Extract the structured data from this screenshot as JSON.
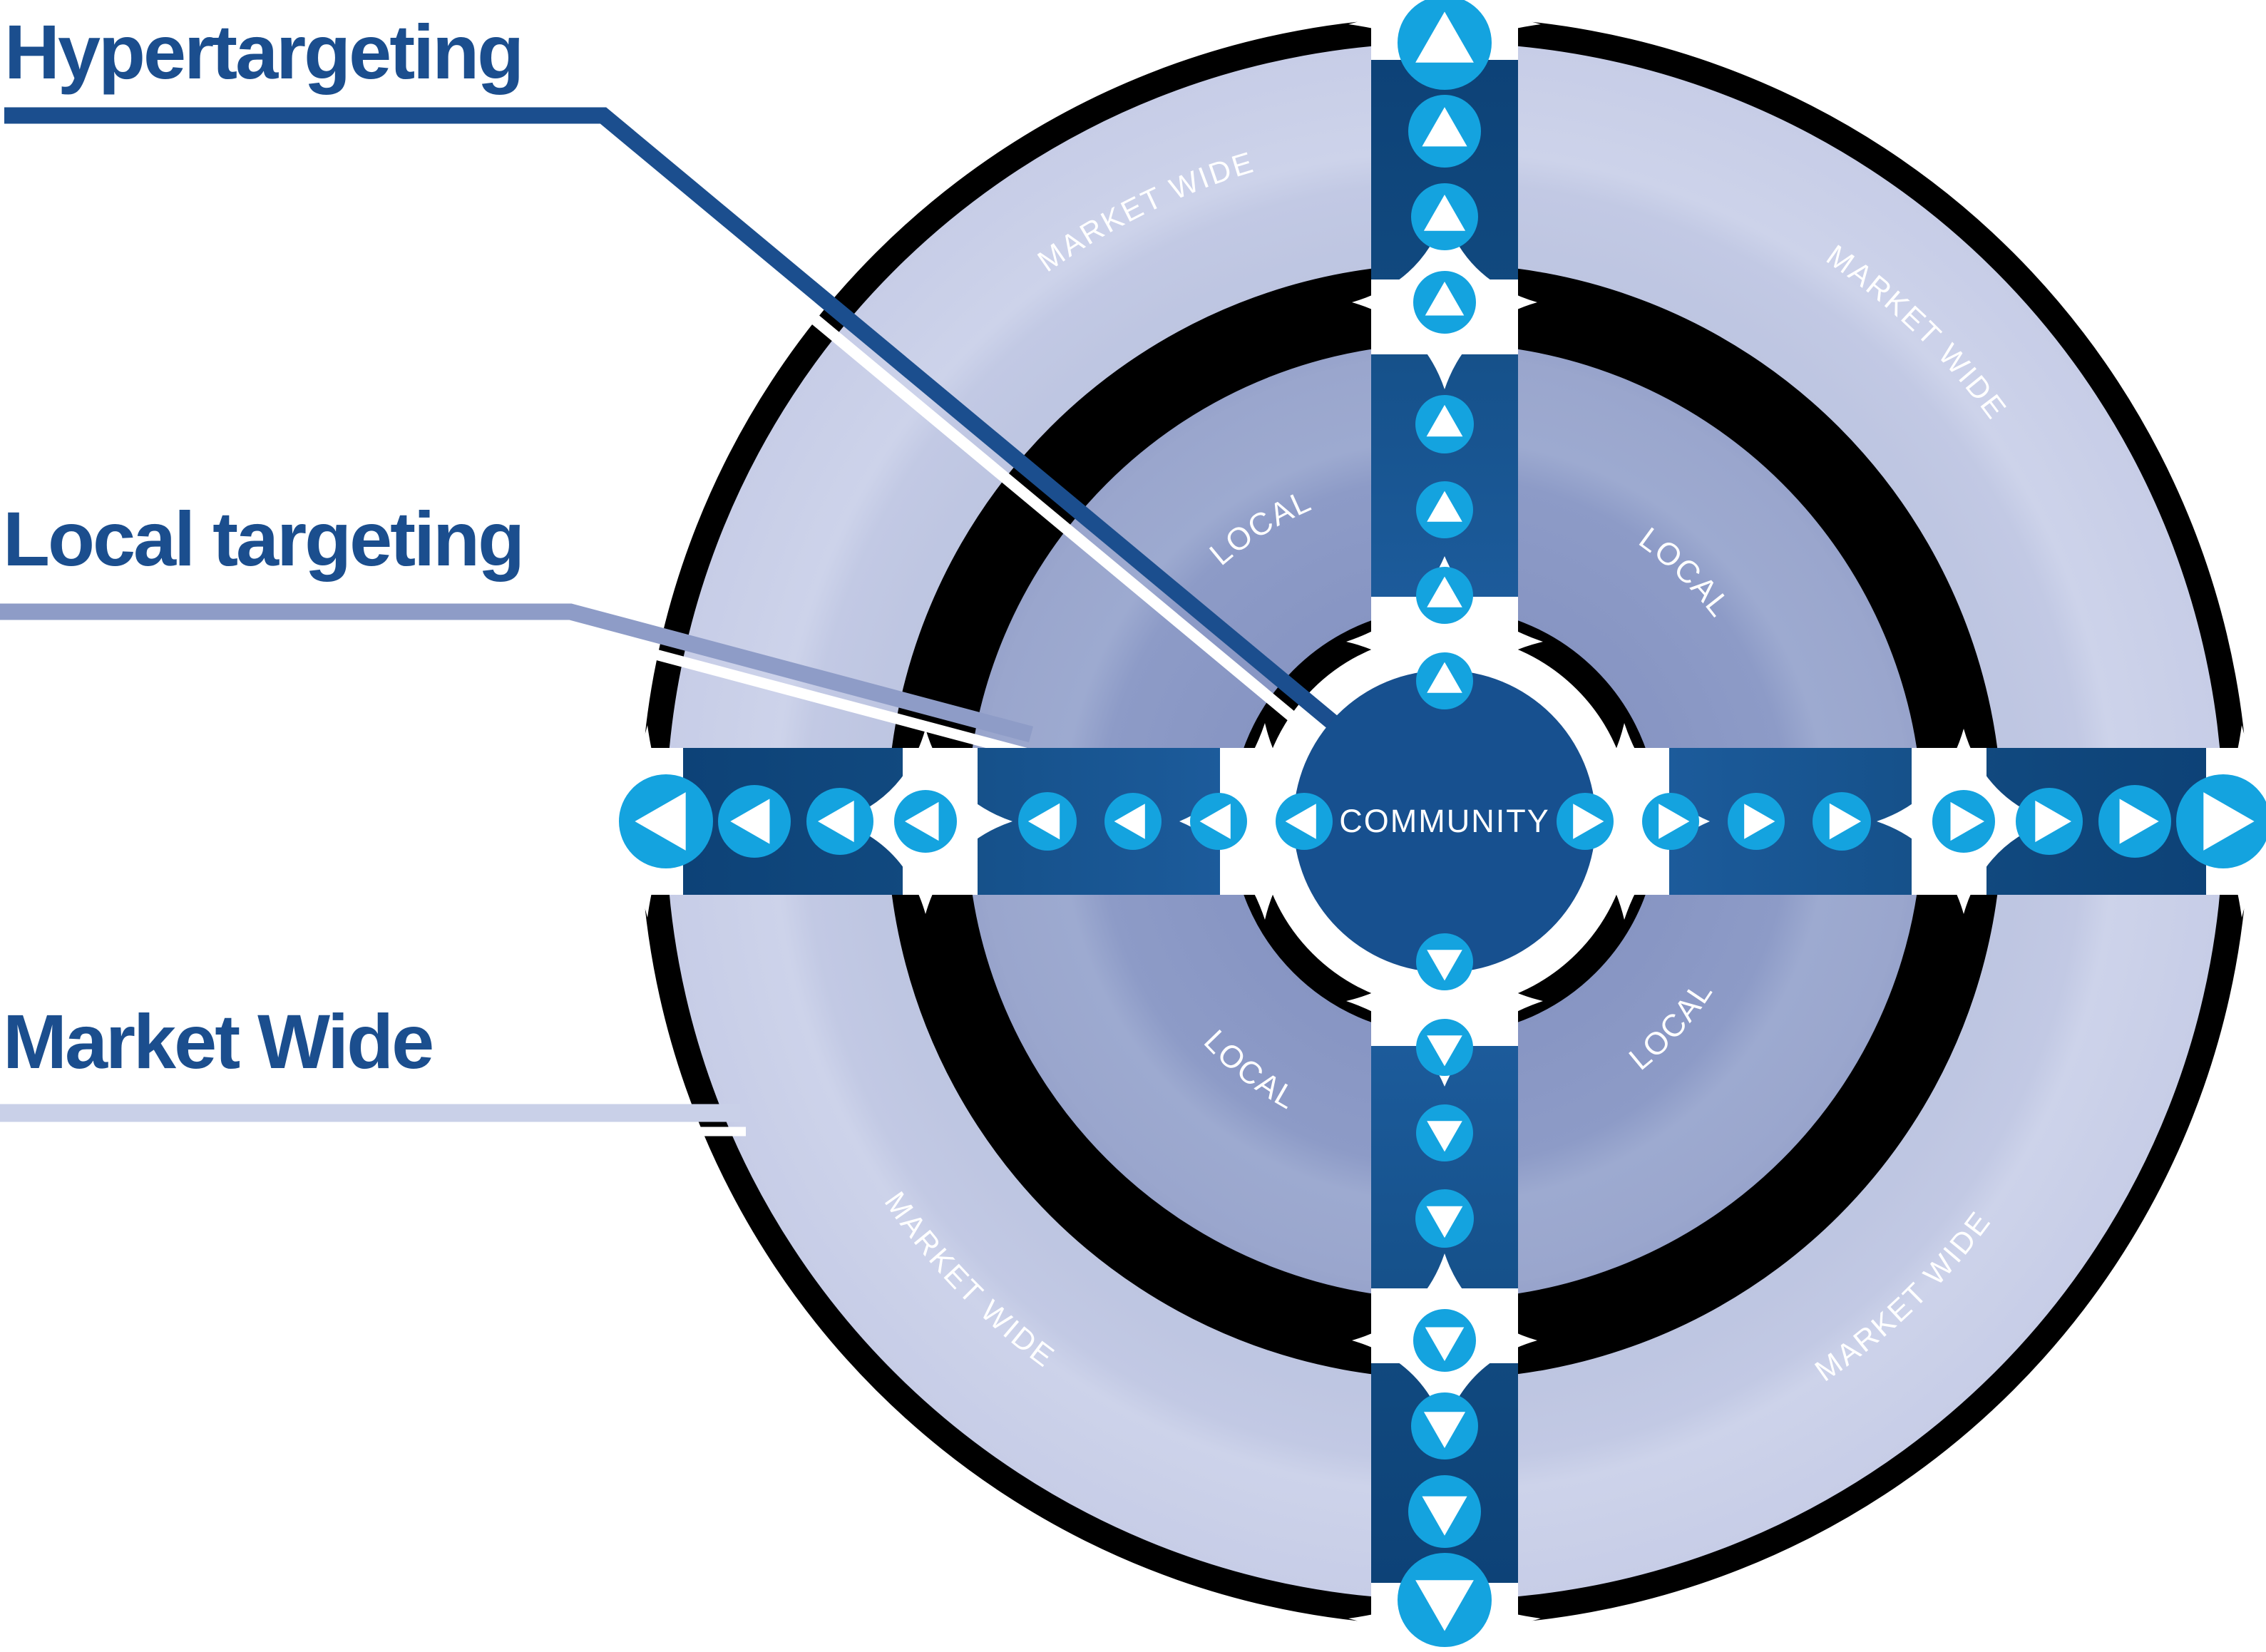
{
  "labels": {
    "hypertargeting": "Hypertargeting",
    "local_targeting": "Local targeting",
    "market_wide": "Market Wide"
  },
  "rings": {
    "center": "COMMUNITY",
    "local": "LOCAL",
    "market": "MARKET WIDE"
  },
  "icons": {
    "arrow_up": "triangle-up",
    "arrow_down": "triangle-down",
    "arrow_left": "triangle-left",
    "arrow_right": "triangle-right"
  },
  "colors": {
    "label_text": "#1B4E8E",
    "center_circle": "#17508F",
    "channel_dark": "#0D4277",
    "channel_light": "#1C5B9B",
    "arrow_cyan": "#14A3DF",
    "local_ring": "#8C9AC7",
    "local_ring_highlight": "#9DAAD0",
    "market_ring": "#C2C9E4",
    "market_ring_highlight": "#CDD3EA",
    "outline": "#000000",
    "hypertargeting_leader": "#1B4E8E",
    "local_leader": "#8E9CC7",
    "market_leader": "#C9D0E8"
  }
}
